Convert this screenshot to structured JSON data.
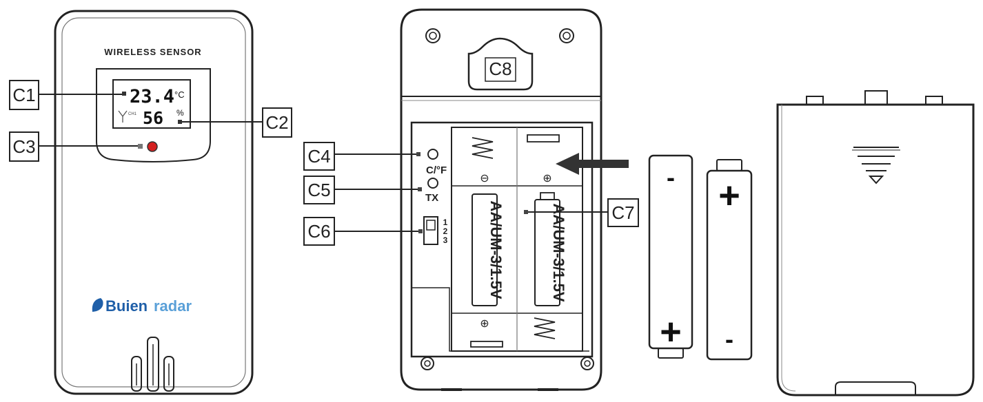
{
  "sensor": {
    "header": "WIRELESS SENSOR",
    "temperature": "23.4",
    "temp_unit": "°C",
    "channel": "CH1",
    "humidity": "56",
    "humidity_unit": "%",
    "brand_prefix": "Buien",
    "brand_suffix": "radar"
  },
  "compartment": {
    "unit_switch_label": "C/°F",
    "tx_label": "TX",
    "channel_positions": [
      "1",
      "2",
      "3"
    ],
    "battery_label": "AA/UM-3/1.5V",
    "plus_symbol": "⊕",
    "minus_symbol": "⊖"
  },
  "battery": {
    "plus": "+",
    "minus": "-"
  },
  "callouts": {
    "c1": "C1",
    "c2": "C2",
    "c3": "C3",
    "c4": "C4",
    "c5": "C5",
    "c6": "C6",
    "c7": "C7",
    "c8": "C8"
  },
  "colors": {
    "line": "#222222",
    "reset_button": "#d42020",
    "brand_blue": "#1f5fa8",
    "brand_light": "#5aa0d8"
  }
}
